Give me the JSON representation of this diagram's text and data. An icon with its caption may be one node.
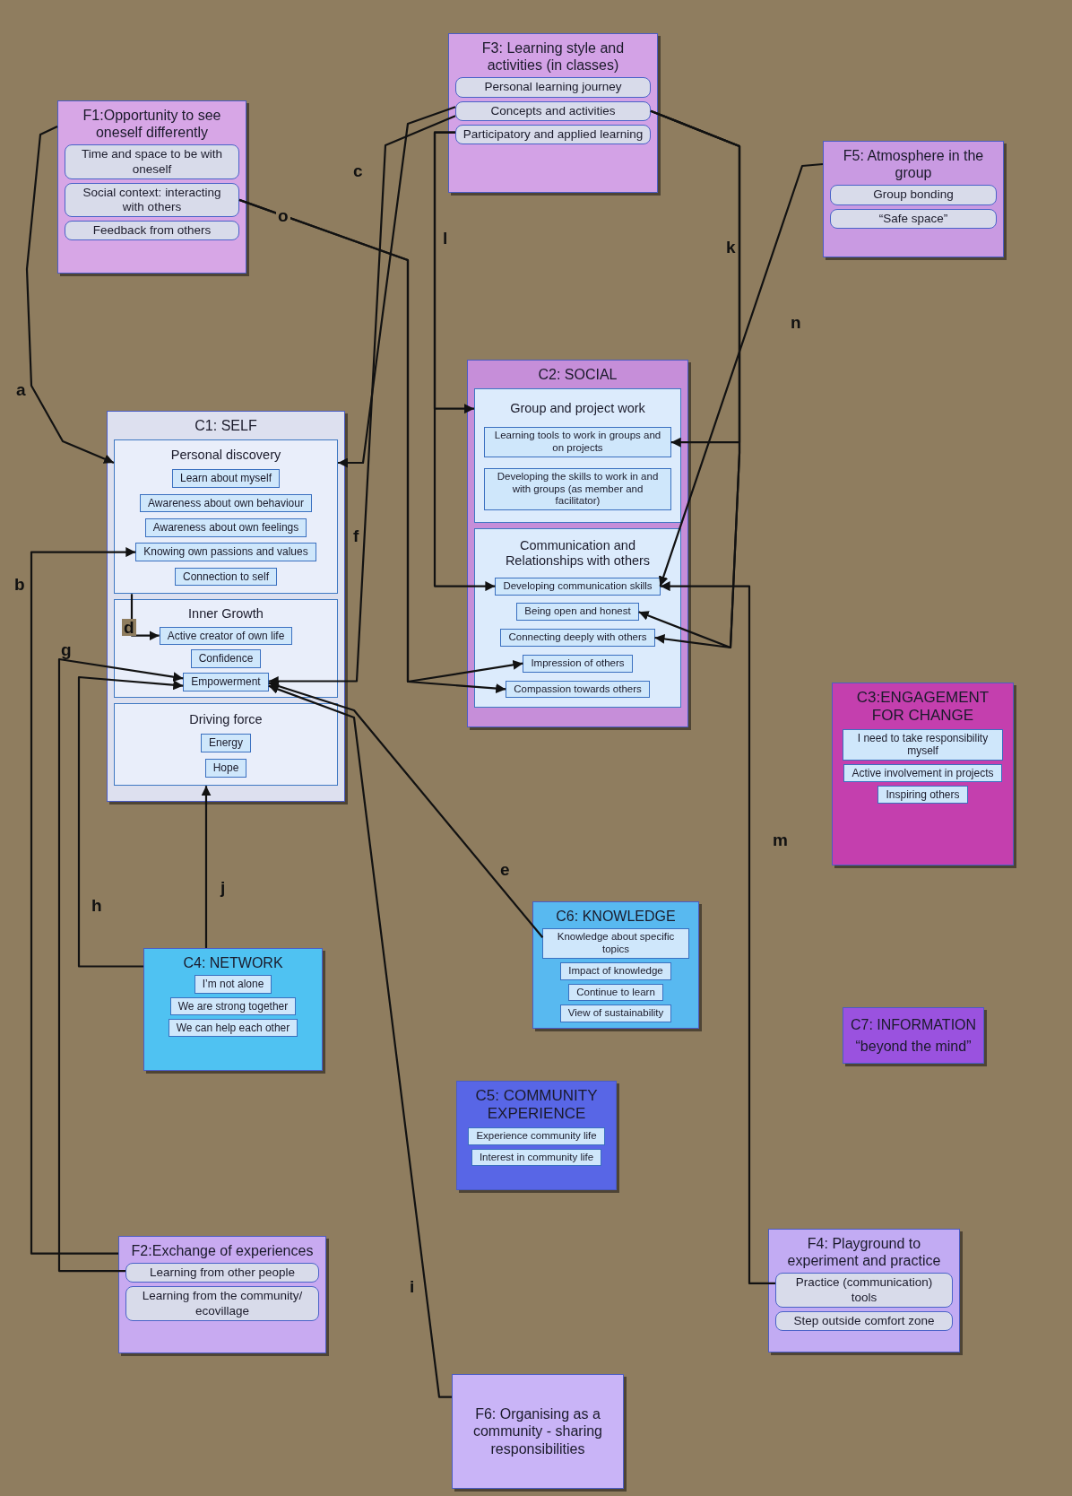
{
  "diagram": {
    "nodes": [
      {
        "text": [
          "F1:Opportunity to see oneself differently"
        ]
      },
      {
        "text": [
          "Time and space to be with oneself"
        ],
        "in": 0
      },
      {
        "text": [
          "Social context: interacting with others"
        ],
        "in": 0
      },
      {
        "text": [
          "Feedback from others"
        ],
        "in": 0
      },
      {
        "text": [
          "F3: Learning style and activities (in classes)"
        ]
      },
      {
        "text": [
          "Personal learning journey"
        ],
        "in": 4
      },
      {
        "text": [
          "Concepts and activities"
        ],
        "in": 4
      },
      {
        "text": [
          "Participatory and applied learning"
        ],
        "in": 4
      },
      {
        "text": [
          "F5: Atmosphere in the group"
        ]
      },
      {
        "text": [
          "Group bonding"
        ],
        "in": 8
      },
      {
        "text": [
          "“Safe space”"
        ],
        "in": 8
      },
      {
        "text": [
          "C1: SELF"
        ]
      },
      {
        "text": [
          "Personal discovery"
        ],
        "in": 11
      },
      {
        "text": [
          "Learn about myself"
        ],
        "in": 12
      },
      {
        "text": [
          "Awareness about own behaviour"
        ],
        "in": 12
      },
      {
        "text": [
          "Awareness about own feelings"
        ],
        "in": 12
      },
      {
        "text": [
          "Knowing own passions and values"
        ],
        "in": 12
      },
      {
        "text": [
          "Connection to self"
        ],
        "in": 12
      },
      {
        "text": [
          "Inner Growth"
        ],
        "in": 11
      },
      {
        "text": [
          "Active creator of own life"
        ],
        "in": 18
      },
      {
        "text": [
          "Confidence"
        ],
        "in": 18
      },
      {
        "text": [
          "Empowerment"
        ],
        "in": 18
      },
      {
        "text": [
          "Driving force"
        ],
        "in": 11
      },
      {
        "text": [
          "Energy"
        ],
        "in": 22
      },
      {
        "text": [
          "Hope"
        ],
        "in": 22
      },
      {
        "text": [
          "C2: SOCIAL"
        ]
      },
      {
        "text": [
          "Group and project work"
        ],
        "in": 25
      },
      {
        "text": [
          "Learning tools to work in groups and on projects"
        ],
        "in": 26
      },
      {
        "text": [
          "Developing the skills to work in and with groups (as member and facilitator)"
        ],
        "in": 26
      },
      {
        "text": [
          "Communication and Relationships with others"
        ],
        "in": 25
      },
      {
        "text": [
          "Developing communication skills"
        ],
        "in": 29
      },
      {
        "text": [
          "Being open and honest"
        ],
        "in": 29
      },
      {
        "text": [
          "Connecting deeply with others"
        ],
        "in": 29
      },
      {
        "text": [
          "Impression of others"
        ],
        "in": 29
      },
      {
        "text": [
          "Compassion towards others"
        ],
        "in": 29
      },
      {
        "text": [
          "C3:ENGAGEMENT FOR CHANGE"
        ]
      },
      {
        "text": [
          "I need to take responsibility myself"
        ],
        "in": 35
      },
      {
        "text": [
          "Active involvement in projects"
        ],
        "in": 35
      },
      {
        "text": [
          "Inspiring others"
        ],
        "in": 35
      },
      {
        "text": [
          "C6: KNOWLEDGE"
        ]
      },
      {
        "text": [
          "Knowledge about specific topics"
        ],
        "in": 39
      },
      {
        "text": [
          "Impact of knowledge"
        ],
        "in": 39
      },
      {
        "text": [
          "Continue to learn"
        ],
        "in": 39
      },
      {
        "text": [
          "View of sustainability"
        ],
        "in": 39
      },
      {
        "text": [
          "C4: NETWORK"
        ]
      },
      {
        "text": [
          "I’m not alone"
        ],
        "in": 44
      },
      {
        "text": [
          "We are strong together"
        ],
        "in": 44
      },
      {
        "text": [
          "We can help each other"
        ],
        "in": 44
      },
      {
        "text": [
          "C7: INFORMATION",
          "“beyond the mind”"
        ]
      },
      {
        "text": [
          "C5: COMMUNITY EXPERIENCE"
        ]
      },
      {
        "text": [
          "Experience community life"
        ],
        "in": 49
      },
      {
        "text": [
          "Interest in community life"
        ],
        "in": 49
      },
      {
        "text": [
          "F2:Exchange of experiences"
        ]
      },
      {
        "text": [
          "Learning from other people"
        ],
        "in": 52
      },
      {
        "text": [
          "Learning from the community/ ecovillage"
        ],
        "in": 52
      },
      {
        "text": [
          "F4: Playground to experiment and practice"
        ]
      },
      {
        "text": [
          "Practice (communication) tools"
        ],
        "in": 55
      },
      {
        "text": [
          "Step outside comfort zone"
        ],
        "in": 55
      },
      {
        "text": [
          "F6: Organising as a community - sharing responsibilities"
        ]
      }
    ],
    "edges": [
      {
        "from": 0,
        "to": 12,
        "arrow": "to",
        "label": "a"
      },
      {
        "from": 52,
        "to": 16,
        "arrow": "to",
        "label": "b"
      },
      {
        "from": 6,
        "to": 12,
        "arrow": "to",
        "label": "c"
      },
      {
        "from": 12,
        "to": 19,
        "arrow": "to",
        "label": "d"
      },
      {
        "from": 40,
        "to": 21,
        "arrow": "to",
        "label": "e"
      },
      {
        "from": 6,
        "to": 21,
        "arrow": "to",
        "label": "f"
      },
      {
        "from": 53,
        "to": 21,
        "arrow": "to",
        "label": "g"
      },
      {
        "from": 44,
        "to": 21,
        "arrow": "to",
        "label": "h"
      },
      {
        "from": 58,
        "to": 21,
        "arrow": "to",
        "label": "i"
      },
      {
        "from": 44,
        "to": 22,
        "arrow": "to",
        "label": "j"
      },
      {
        "from": 6,
        "to": 27,
        "arrow": "to",
        "label": "k"
      },
      {
        "from": 6,
        "to": 31,
        "arrow": "to"
      },
      {
        "from": 6,
        "to": 32,
        "arrow": "to"
      },
      {
        "from": 7,
        "to": 26,
        "arrow": "to",
        "label": "l"
      },
      {
        "from": 7,
        "to": 30,
        "arrow": "to"
      },
      {
        "from": 56,
        "to": 30,
        "arrow": "to",
        "label": "m"
      },
      {
        "from": 8,
        "to": 30,
        "arrow": "to",
        "label": "n"
      },
      {
        "from": 2,
        "to": 33,
        "arrow": "to",
        "label": "o"
      },
      {
        "from": 2,
        "to": 34,
        "arrow": "to"
      }
    ]
  }
}
